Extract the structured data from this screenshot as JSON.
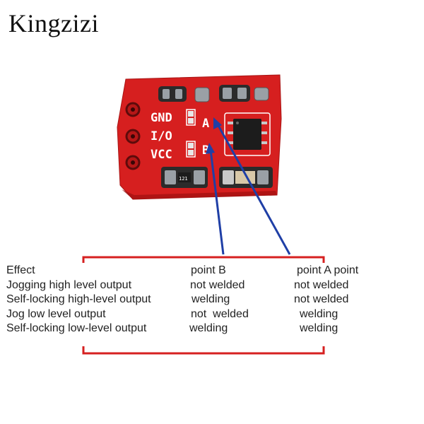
{
  "brand": {
    "name": "Kingzizi"
  },
  "board": {
    "labels": {
      "gnd": "GND",
      "io": "I/O",
      "vcc": "VCC",
      "a": "A",
      "b": "B",
      "resistor": "121"
    },
    "colors": {
      "pcb": "#d61f1f",
      "pad": "#9aa0a6",
      "chip": "#1c1c1c",
      "arrow": "#1f3fa6",
      "bracket": "#d62020"
    }
  },
  "table": {
    "headers": [
      "Effect",
      "point B",
      "point A point"
    ],
    "rows": [
      [
        "Jogging high level output",
        "not welded",
        "not welded"
      ],
      [
        "Self-locking high-level output",
        "welding",
        "not welded"
      ],
      [
        "Jog low level output",
        "not  welded",
        "welding"
      ],
      [
        "Self-locking low-level output",
        "welding",
        "welding"
      ]
    ]
  }
}
